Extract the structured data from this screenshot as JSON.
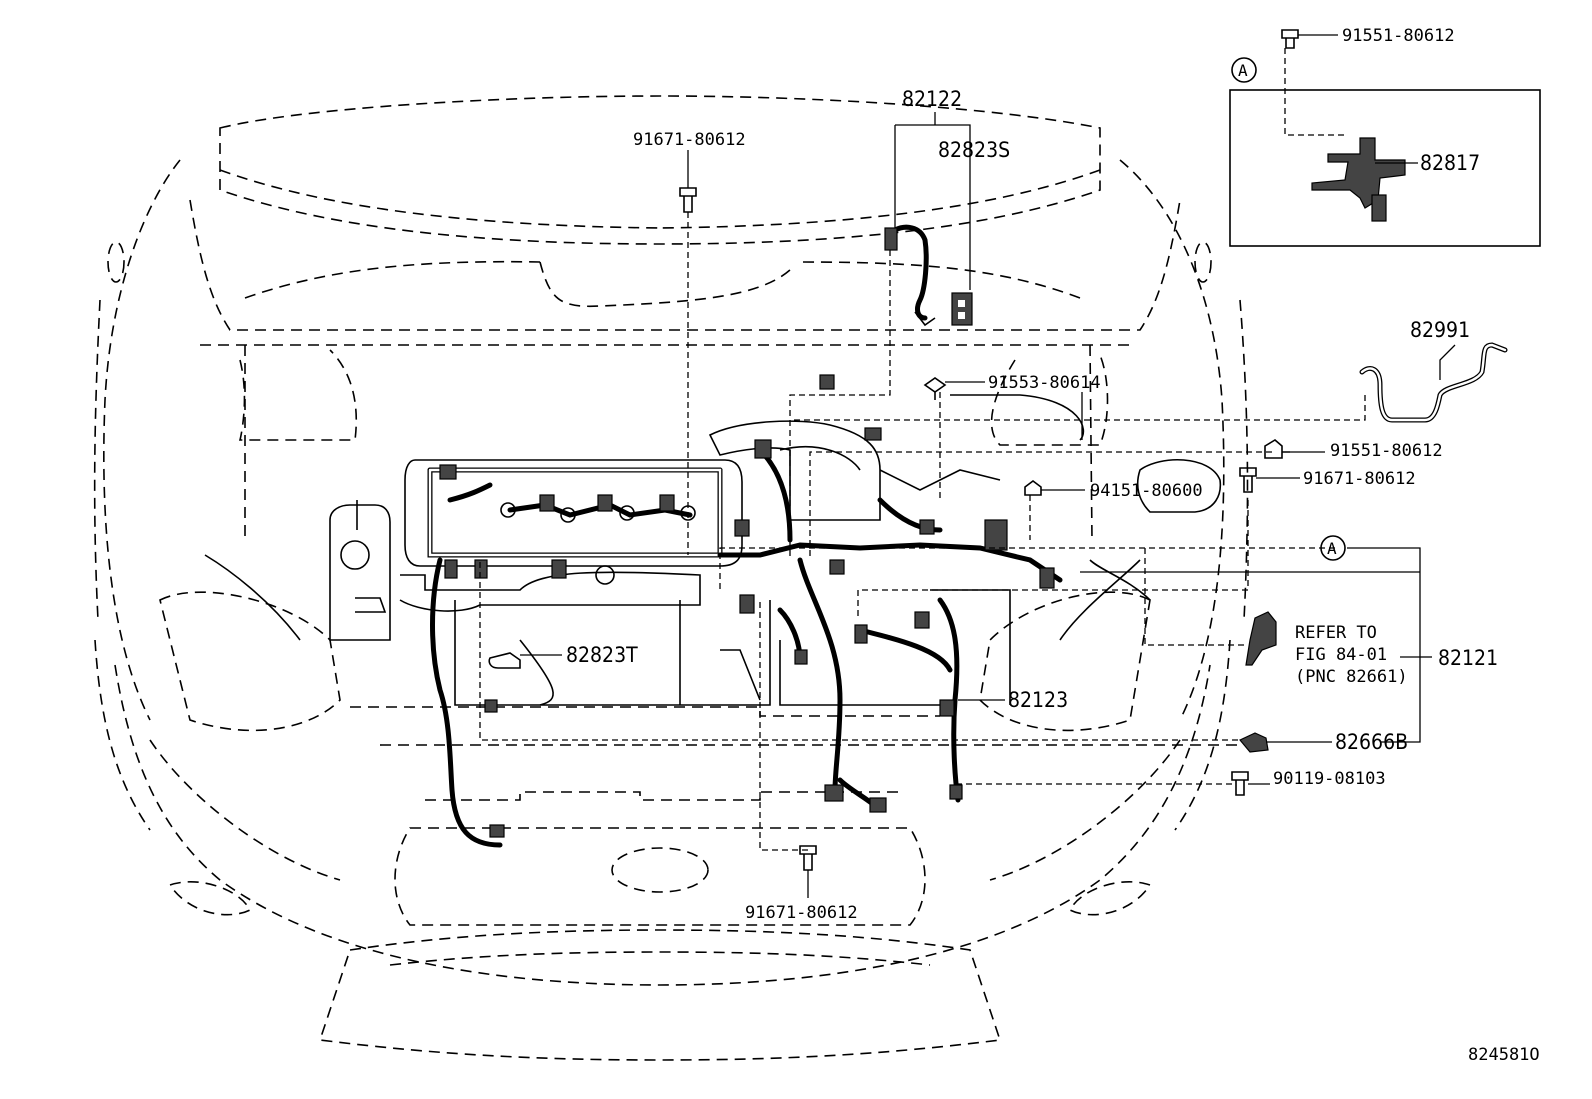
{
  "figure_id": "824581O",
  "detail_view": {
    "marker": "A",
    "parts": [
      "91551-80612",
      "82817"
    ]
  },
  "callouts": {
    "p82122": "82122",
    "p82823S": "82823S",
    "p91671_top": "91671-80612",
    "p82991": "82991",
    "p91553": "91553-80614",
    "p91551_mid": "91551-80612",
    "p91671_right": "91671-80612",
    "p94151": "94151-80600",
    "marker_a": "A",
    "p82823T": "82823T",
    "refer_line1": "REFER TO",
    "refer_line2": "FIG 84-01",
    "refer_line3": "(PNC 82661)",
    "p82121": "82121",
    "p82123": "82123",
    "p82666B": "82666B",
    "p90119": "90119-08103",
    "p91671_bottom": "91671-80612"
  },
  "colors": {
    "ink": "#000000",
    "paper": "#ffffff",
    "connector": "#444444"
  }
}
